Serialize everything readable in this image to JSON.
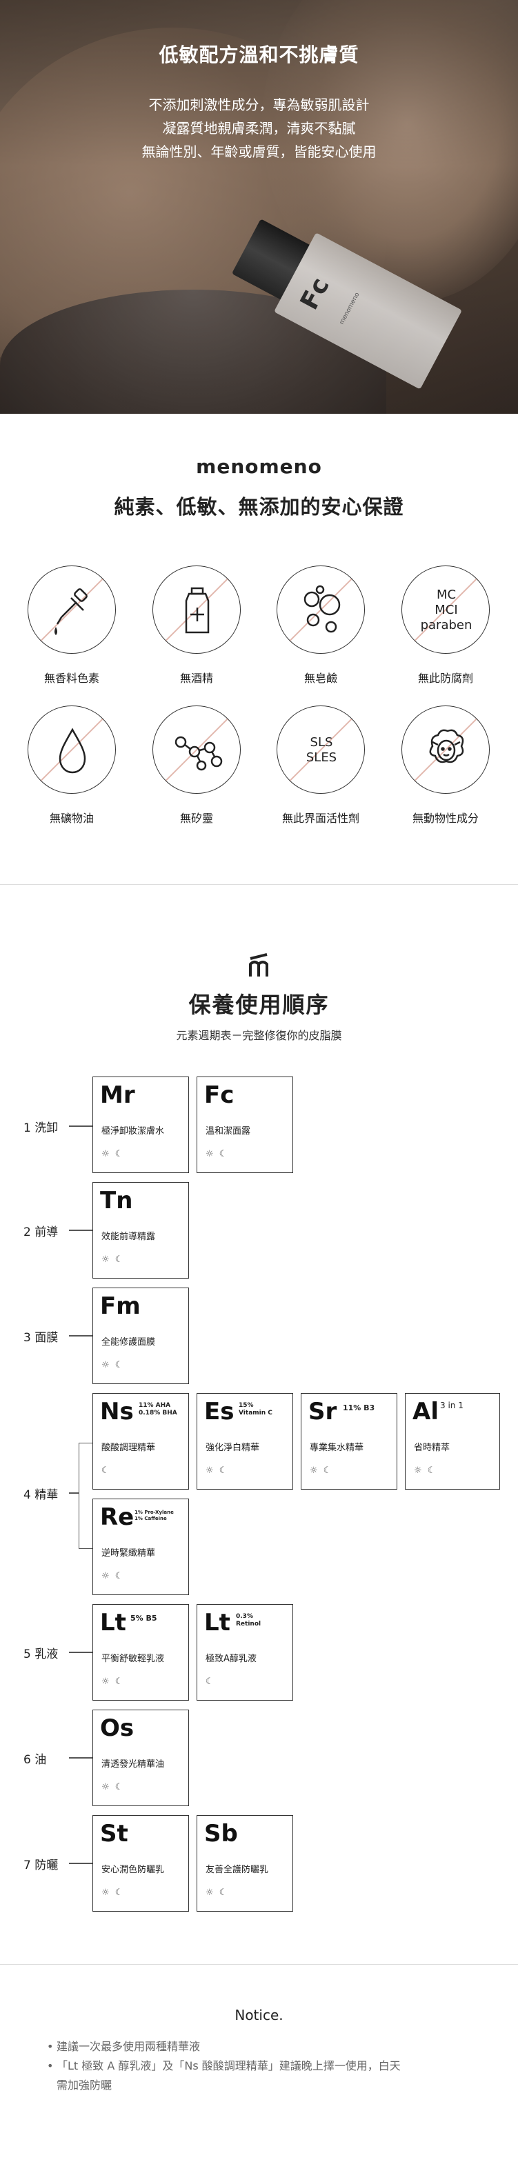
{
  "hero": {
    "title": "低敏配方溫和不挑膚質",
    "lines": [
      "不添加刺激性成分，專為敏弱肌設計",
      "凝露質地親膚柔潤，清爽不黏膩",
      "無論性別、年齡或膚質，皆能安心使用"
    ],
    "bottle_symbol": "Fc",
    "bottle_text": "menomeno"
  },
  "brand": {
    "name": "menomeno",
    "title": "純素、低敏、無添加的安心保證"
  },
  "features": [
    {
      "label": "無香料色素",
      "icon": "dropper-icon",
      "text": ""
    },
    {
      "label": "無酒精",
      "icon": "alcohol-bottle-icon",
      "text": ""
    },
    {
      "label": "無皂鹼",
      "icon": "bubbles-icon",
      "text": ""
    },
    {
      "label": "無此防腐劑",
      "icon": "preservative-icon",
      "text": "MC\nMCI\nparaben"
    },
    {
      "label": "無礦物油",
      "icon": "oil-drop-icon",
      "text": ""
    },
    {
      "label": "無矽靈",
      "icon": "molecule-icon",
      "text": ""
    },
    {
      "label": "無此界面活性劑",
      "icon": "surfactant-icon",
      "text": "SLS\nSLES"
    },
    {
      "label": "無動物性成分",
      "icon": "sheep-icon",
      "text": ""
    }
  ],
  "routine": {
    "title": "保養使用順序",
    "subtitle": "元素週期表－完整修復你的皮脂膜",
    "steps": [
      {
        "label": "1 洗卸"
      },
      {
        "label": "2 前導"
      },
      {
        "label": "3 面膜"
      },
      {
        "label": "4 精華"
      },
      {
        "label": "5 乳液"
      },
      {
        "label": "6 油"
      },
      {
        "label": "7 防曬"
      }
    ],
    "cards": [
      {
        "symbol": "Mr",
        "sup": "",
        "name": "極淨卸妝潔膚水",
        "icons": "☼ ☾"
      },
      {
        "symbol": "Fc",
        "sup": "",
        "name": "溫和潔面露",
        "icons": "☼ ☾"
      },
      {
        "symbol": "Tn",
        "sup": "",
        "name": "效能前導精露",
        "icons": "☼ ☾"
      },
      {
        "symbol": "Fm",
        "sup": "",
        "name": "全能修護面膜",
        "icons": "☼ ☾"
      },
      {
        "symbol": "Ns",
        "sup": "11% AHA\n0.18% BHA",
        "name": "酸酸調理精華",
        "icons": "☾"
      },
      {
        "symbol": "Es",
        "sup": "15%\nVitamin C",
        "name": "強化淨白精華",
        "icons": "☼ ☾"
      },
      {
        "symbol": "Sr",
        "sup": "11% B3",
        "name": "專業集水精華",
        "icons": "☼ ☾"
      },
      {
        "symbol": "Al",
        "sup": "3 in 1",
        "name": "省時精萃",
        "icons": "☼ ☾"
      },
      {
        "symbol": "Re",
        "sup": "1% Pro-Xylane\n1% Caffeine",
        "name": "逆時緊緻精華",
        "icons": "☼ ☾"
      },
      {
        "symbol": "Lt",
        "sup": "5% B5",
        "name": "平衡舒敏輕乳液",
        "icons": "☼ ☾"
      },
      {
        "symbol": "Lt",
        "sup": "0.3%\nRetinol",
        "name": "極致A醇乳液",
        "icons": "☾"
      },
      {
        "symbol": "Os",
        "sup": "",
        "name": "清透發光精華油",
        "icons": "☼ ☾"
      },
      {
        "symbol": "St",
        "sup": "",
        "name": "安心潤色防曬乳",
        "icons": "☼ ☾"
      },
      {
        "symbol": "Sb",
        "sup": "",
        "name": "友善全護防曬乳",
        "icons": "☼ ☾"
      }
    ]
  },
  "notice": {
    "title": "Notice.",
    "items": [
      "建議一次最多使用兩種精華液",
      "「Lt 極致 A 醇乳液」及「Ns 酸酸調理精華」建議晚上擇一使用，白天",
      "需加強防曬"
    ]
  }
}
